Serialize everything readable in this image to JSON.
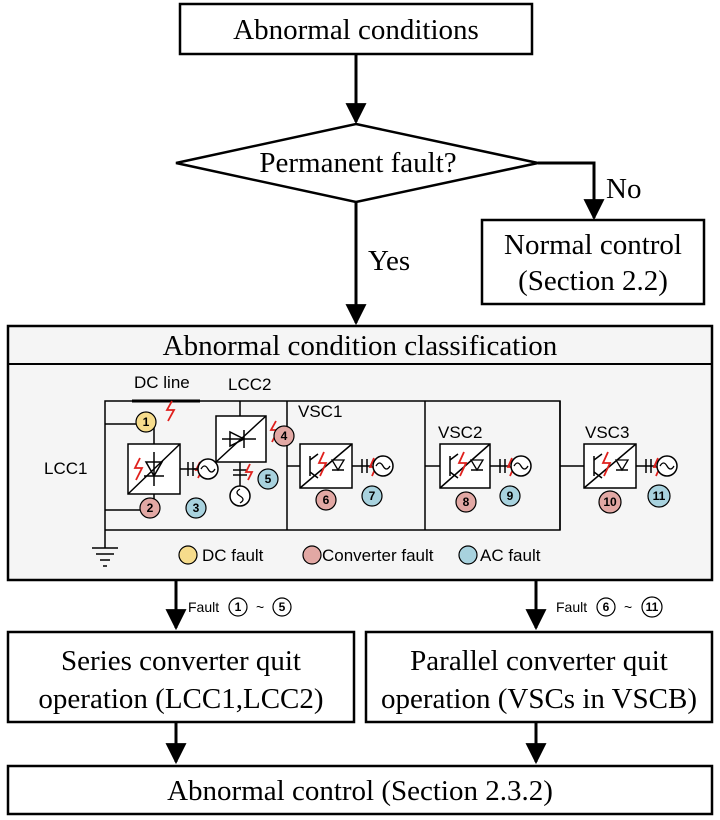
{
  "nodes": {
    "start": "Abnormal conditions",
    "decision": "Permanent  fault?",
    "no_label": "No",
    "yes_label": "Yes",
    "normal_line1": "Normal control",
    "normal_line2": "(Section 2.2)",
    "classification_title": "Abnormal condition classification",
    "series_line1": "Series converter quit",
    "series_line2": "operation (LCC1,LCC2)",
    "parallel_line1": "Parallel converter quit",
    "parallel_line2": "operation (VSCs in VSCB)",
    "end": "Abnormal control (Section 2.3.2)"
  },
  "branch_labels": {
    "left_prefix": "Fault",
    "left_from": "1",
    "left_tilde": "~",
    "left_to": "5",
    "right_prefix": "Fault",
    "right_from": "6",
    "right_tilde": "~",
    "right_to": "11"
  },
  "circuit": {
    "dc_line": "DC line",
    "lcc1": "LCC1",
    "lcc2": "LCC2",
    "vsc1": "VSC1",
    "vsc2": "VSC2",
    "vsc3": "VSC3",
    "markers": [
      "1",
      "2",
      "3",
      "4",
      "5",
      "6",
      "7",
      "8",
      "9",
      "10",
      "11"
    ]
  },
  "legend": {
    "dc_fault": "DC fault",
    "converter_fault": "Converter fault",
    "ac_fault": "AC fault"
  },
  "colors": {
    "dc_fault": "#f6dc8c",
    "converter_fault": "#e2a8a4",
    "ac_fault": "#a8d2de",
    "classification_bg": "#f5f5f5",
    "bolt": "#e0201c"
  }
}
